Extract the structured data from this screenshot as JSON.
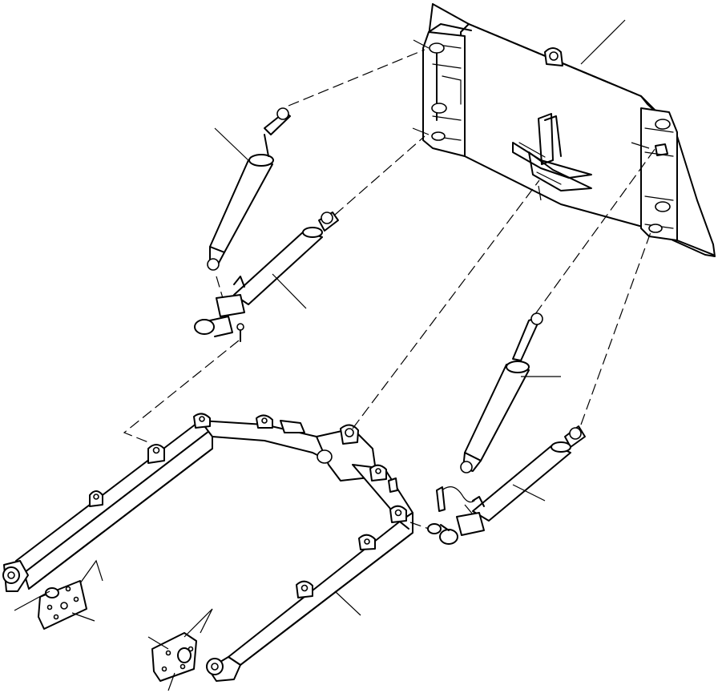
{
  "diagram": {
    "parts": [
      {
        "name": "blade",
        "icon": "dozer-blade-icon"
      },
      {
        "name": "lift-cylinder-left",
        "icon": "hydraulic-cylinder-icon"
      },
      {
        "name": "tilt-cylinder-left",
        "icon": "hydraulic-cylinder-icon"
      },
      {
        "name": "lift-cylinder-right",
        "icon": "hydraulic-cylinder-icon"
      },
      {
        "name": "tilt-cylinder-right",
        "icon": "hydraulic-cylinder-icon"
      },
      {
        "name": "push-frame",
        "icon": "u-frame-icon"
      },
      {
        "name": "trunnion-bracket-left",
        "icon": "bracket-plate-icon"
      },
      {
        "name": "trunnion-bracket-right",
        "icon": "bracket-plate-icon"
      },
      {
        "name": "blade-hinge-pin",
        "icon": "hinge-icon"
      }
    ],
    "stroke_color": "#000000",
    "background_color": "#ffffff"
  }
}
